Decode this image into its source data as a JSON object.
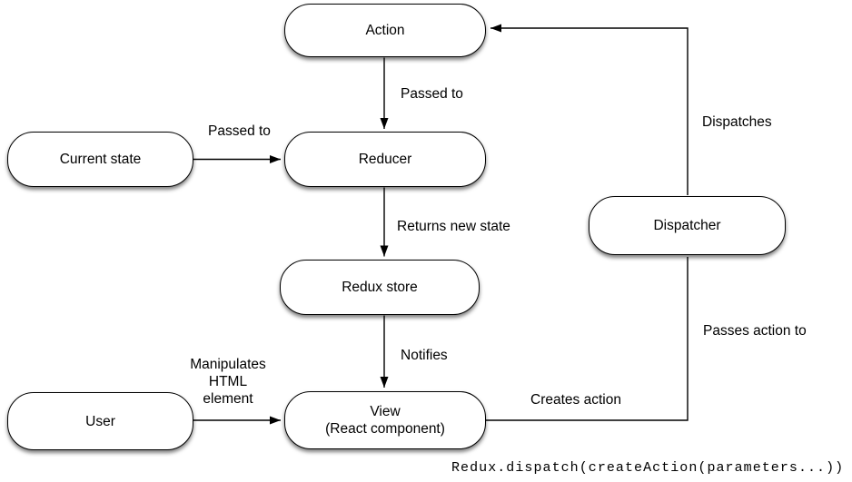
{
  "diagram": {
    "colors": {
      "background": "#ffffff",
      "node_fill": "#ffffff",
      "node_border": "#000000",
      "line": "#000000",
      "text": "#000000"
    },
    "nodes": {
      "action": {
        "label": "Action"
      },
      "current_state": {
        "label": "Current state"
      },
      "reducer": {
        "label": "Reducer"
      },
      "redux_store": {
        "label": "Redux store"
      },
      "dispatcher": {
        "label": "Dispatcher"
      },
      "user": {
        "label": "User"
      },
      "view": {
        "line1": "View",
        "line2": "(React component)"
      }
    },
    "edge_labels": {
      "action_to_reducer": "Passed to",
      "current_state_to_reducer": "Passed to",
      "reducer_to_store": "Returns new state",
      "store_to_view": "Notifies",
      "user_to_view_line1": "Manipulates",
      "user_to_view_line2": "HTML",
      "user_to_view_line3": "element",
      "view_creates_action": "Creates action",
      "passes_action_to_dispatcher": "Passes action to",
      "dispatcher_dispatches": "Dispatches"
    },
    "caption": "Redux.dispatch(createAction(parameters...))"
  }
}
